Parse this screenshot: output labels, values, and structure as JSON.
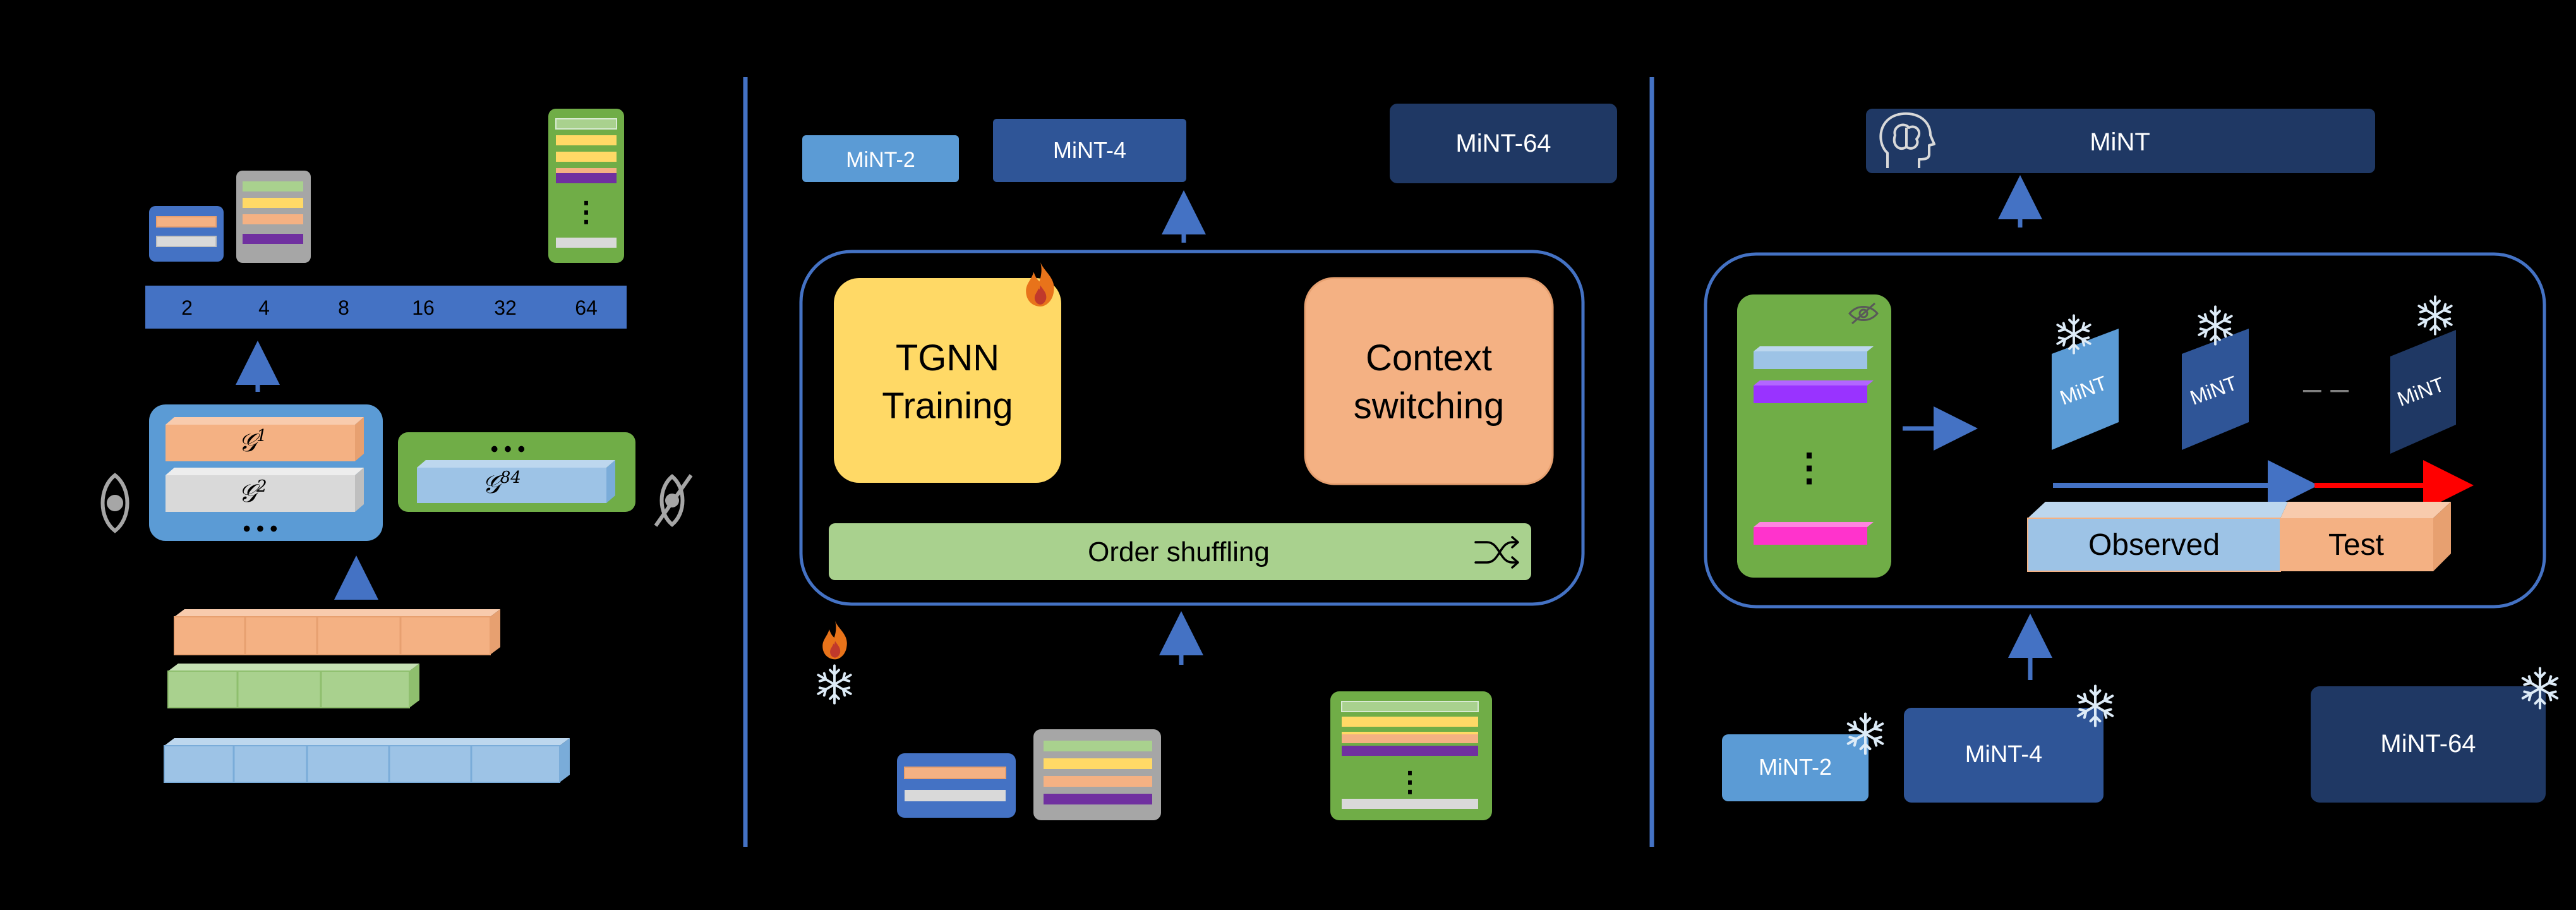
{
  "colors": {
    "background": "#000000",
    "accent_blue": "#4472C4",
    "dark_navy": "#1F3864",
    "mid_navy": "#2F5597",
    "light_blue": "#5B9BD5",
    "orange": "#F4B183",
    "yellow": "#FFD966",
    "green": "#70AD47",
    "light_green": "#A9D18E",
    "purple": "#7030A0",
    "magenta": "#FF33CC",
    "red": "#FF0000",
    "flame": "#E8731A"
  },
  "icons": {
    "eye": "eye-icon",
    "eye_off": "eye-off-icon",
    "flame": "flame-icon",
    "snowflake": "snowflake-icon",
    "shuffle": "shuffle-icon",
    "brain": "brain-head-icon",
    "ellipsis": "ellipsis-icon"
  },
  "panel_left": {
    "scale_axis": [
      "2",
      "4",
      "8",
      "16",
      "32",
      "64"
    ],
    "graph_group_1": {
      "graph_a": "𝒢",
      "graph_a_sup": "1",
      "graph_b": "𝒢",
      "graph_b_sup": "2",
      "more": "• • •"
    },
    "graph_group_2": {
      "graph": "𝒢",
      "graph_sup": "84",
      "more": "• • •"
    },
    "stack_more": "⋮"
  },
  "panel_middle": {
    "models": [
      "MiNT-2",
      "MiNT-4",
      "MiNT-64"
    ],
    "tgnn_label_line1": "TGNN",
    "tgnn_label_line2": "Training",
    "context_label_line1": "Context",
    "context_label_line2": "switching",
    "shuffle_label": "Order shuffling",
    "stack_more": "⋮"
  },
  "panel_right": {
    "output_model": "MiNT",
    "card_label": "MiNT",
    "gap": "– –",
    "observed_label": "Observed",
    "test_label": "Test",
    "models": [
      "MiNT-2",
      "MiNT-4",
      "MiNT-64"
    ],
    "stack_more": "⋮"
  }
}
